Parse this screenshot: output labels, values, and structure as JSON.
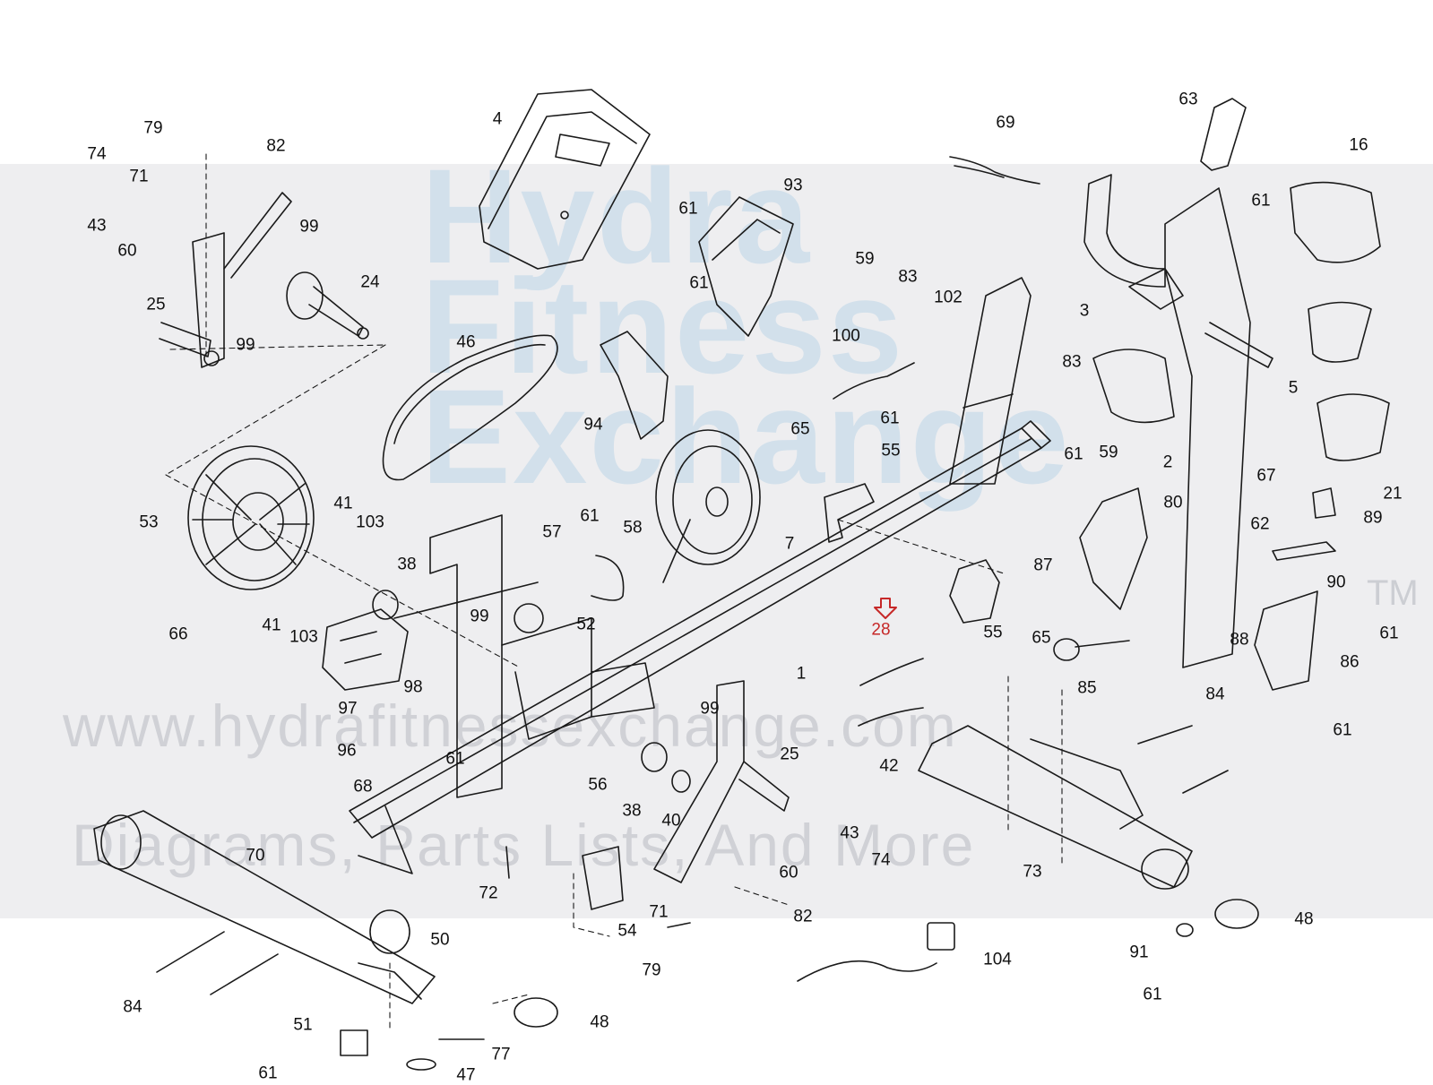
{
  "watermark": {
    "brand_lines": [
      "Hydra",
      "Fitness",
      "Exchange"
    ],
    "url": "www.hydrafitnessexchange.com",
    "tagline": "Diagrams, Parts Lists, And More",
    "tm": "TM"
  },
  "highlight_part": "28",
  "colors": {
    "line": "#1a1a1a",
    "highlight": "#c62828",
    "band": "#e3e4e6",
    "brand": "#bcd6e8"
  },
  "labels": [
    {
      "text": "79"
    },
    {
      "text": "74"
    },
    {
      "text": "71"
    },
    {
      "text": "43"
    },
    {
      "text": "60"
    },
    {
      "text": "82"
    },
    {
      "text": "99"
    },
    {
      "text": "24"
    },
    {
      "text": "25"
    },
    {
      "text": "99"
    },
    {
      "text": "4"
    },
    {
      "text": "61"
    },
    {
      "text": "61"
    },
    {
      "text": "93"
    },
    {
      "text": "46"
    },
    {
      "text": "94"
    },
    {
      "text": "69"
    },
    {
      "text": "59"
    },
    {
      "text": "83"
    },
    {
      "text": "102"
    },
    {
      "text": "100"
    },
    {
      "text": "83"
    },
    {
      "text": "61"
    },
    {
      "text": "59"
    },
    {
      "text": "63"
    },
    {
      "text": "16"
    },
    {
      "text": "61"
    },
    {
      "text": "3"
    },
    {
      "text": "5"
    },
    {
      "text": "2"
    },
    {
      "text": "21"
    },
    {
      "text": "67"
    },
    {
      "text": "53"
    },
    {
      "text": "41"
    },
    {
      "text": "103"
    },
    {
      "text": "38"
    },
    {
      "text": "57"
    },
    {
      "text": "61"
    },
    {
      "text": "58"
    },
    {
      "text": "7"
    },
    {
      "text": "65"
    },
    {
      "text": "55"
    },
    {
      "text": "61"
    },
    {
      "text": "80"
    },
    {
      "text": "89"
    },
    {
      "text": "62"
    },
    {
      "text": "90"
    },
    {
      "text": "87"
    },
    {
      "text": "66"
    },
    {
      "text": "41"
    },
    {
      "text": "103"
    },
    {
      "text": "99"
    },
    {
      "text": "52"
    },
    {
      "text": "28"
    },
    {
      "text": "55"
    },
    {
      "text": "65"
    },
    {
      "text": "88"
    },
    {
      "text": "61"
    },
    {
      "text": "86"
    },
    {
      "text": "1"
    },
    {
      "text": "85"
    },
    {
      "text": "97"
    },
    {
      "text": "98"
    },
    {
      "text": "96"
    },
    {
      "text": "99"
    },
    {
      "text": "42"
    },
    {
      "text": "84"
    },
    {
      "text": "61"
    },
    {
      "text": "61"
    },
    {
      "text": "68"
    },
    {
      "text": "56"
    },
    {
      "text": "25"
    },
    {
      "text": "38"
    },
    {
      "text": "40"
    },
    {
      "text": "43"
    },
    {
      "text": "60"
    },
    {
      "text": "74"
    },
    {
      "text": "73"
    },
    {
      "text": "70"
    },
    {
      "text": "72"
    },
    {
      "text": "71"
    },
    {
      "text": "54"
    },
    {
      "text": "82"
    },
    {
      "text": "48"
    },
    {
      "text": "50"
    },
    {
      "text": "79"
    },
    {
      "text": "104"
    },
    {
      "text": "91"
    },
    {
      "text": "84"
    },
    {
      "text": "61"
    },
    {
      "text": "51"
    },
    {
      "text": "48"
    },
    {
      "text": "77"
    },
    {
      "text": "61"
    },
    {
      "text": "47"
    }
  ]
}
